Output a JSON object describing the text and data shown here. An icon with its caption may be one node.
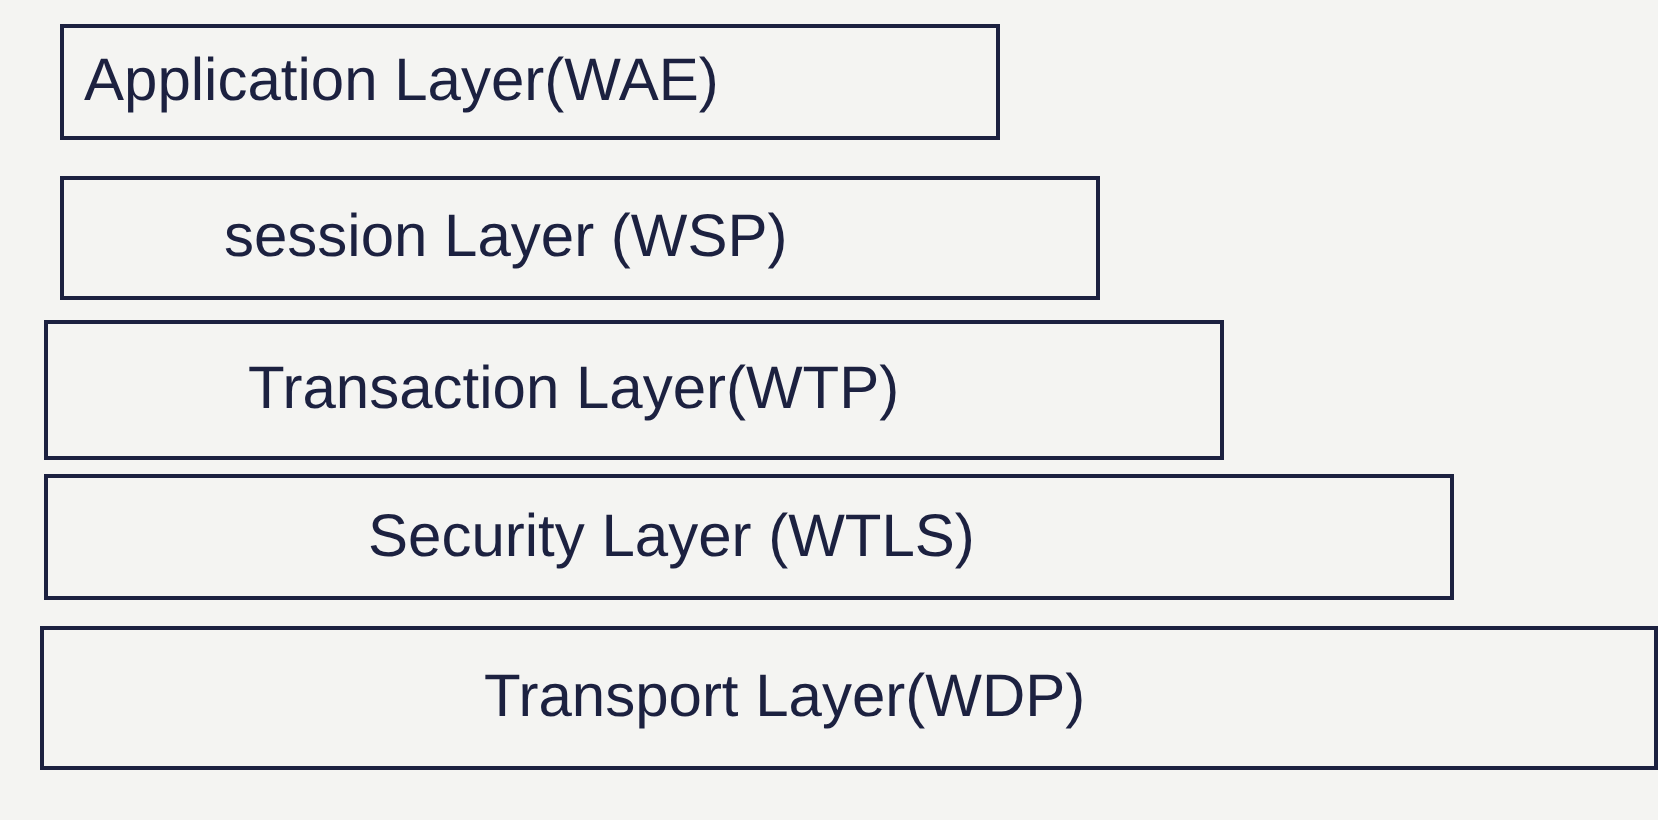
{
  "diagram": {
    "nodes": [
      {
        "text": [
          "Application Layer(WAE)"
        ]
      },
      {
        "text": [
          "session Layer (WSP)"
        ]
      },
      {
        "text": [
          "Transaction Layer(WTP)"
        ]
      },
      {
        "text": [
          "Security Layer (WTLS)"
        ]
      },
      {
        "text": [
          "Transport Layer(WDP)"
        ]
      }
    ]
  }
}
